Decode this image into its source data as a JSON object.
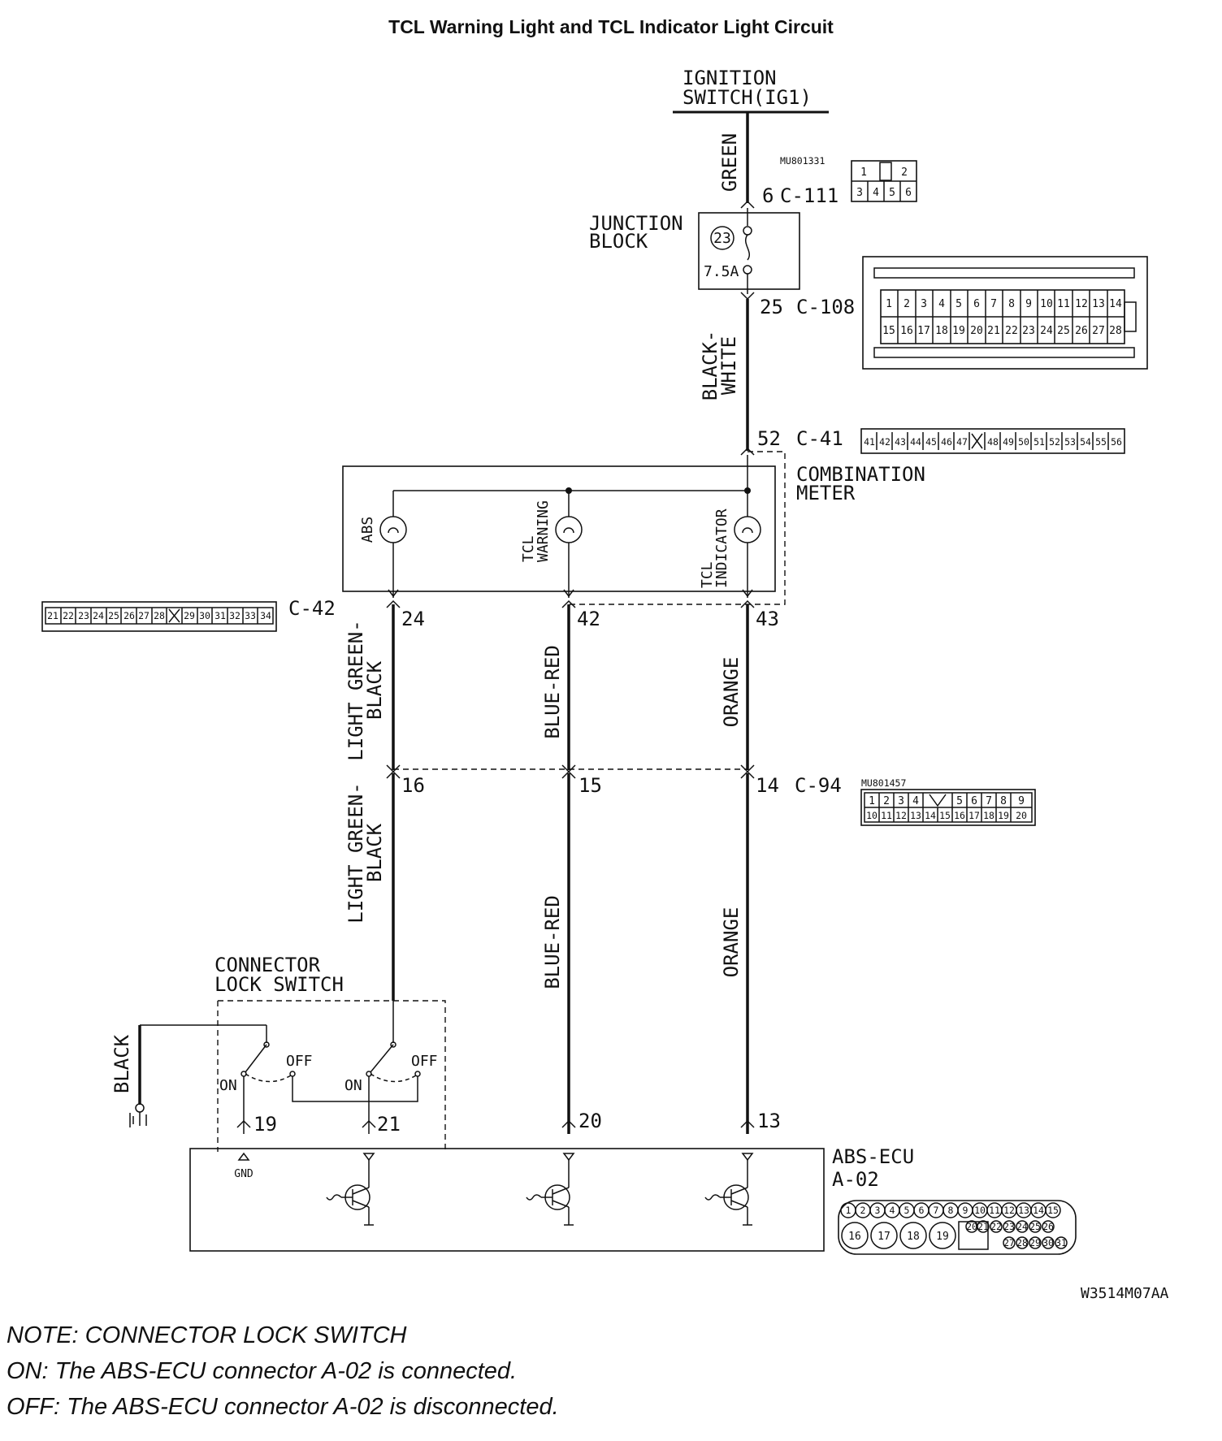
{
  "title": "TCL Warning Light and TCL Indicator Light Circuit",
  "ignition": {
    "line1": "IGNITION",
    "line2": "SWITCH(IG1)"
  },
  "junction": {
    "line1": "JUNCTION",
    "line2": "BLOCK",
    "fuse_no": "23",
    "fuse_rating": "7.5A"
  },
  "combination_meter": {
    "line1": "COMBINATION",
    "line2": "METER"
  },
  "lamps": {
    "abs": "ABS",
    "warn1": "TCL",
    "warn2": "WARNING",
    "ind1": "TCL",
    "ind2": "INDICATOR"
  },
  "wires": {
    "green": "GREEN",
    "bw1": "BLACK-",
    "bw2": "WHITE",
    "lgb_a1": "LIGHT GREEN-",
    "lgb_a2": "BLACK",
    "blue_red_a": "BLUE-RED",
    "orange_a": "ORANGE",
    "lgb_b1": "LIGHT GREEN-",
    "lgb_b2": "BLACK",
    "blue_red_b": "BLUE-RED",
    "orange_b": "ORANGE",
    "black": "BLACK"
  },
  "connectors": {
    "c111": {
      "pin": "6",
      "id": "C-111",
      "part": "MU801331",
      "pins_top": [
        "1",
        "2"
      ],
      "pins_bottom": [
        "3",
        "4",
        "5",
        "6"
      ]
    },
    "c108": {
      "pin": "25",
      "id": "C-108",
      "pins_top": [
        "1",
        "2",
        "3",
        "4",
        "5",
        "6",
        "7",
        "8",
        "9",
        "10",
        "11",
        "12",
        "13",
        "14"
      ],
      "pins_bottom": [
        "15",
        "16",
        "17",
        "18",
        "19",
        "20",
        "21",
        "22",
        "23",
        "24",
        "25",
        "26",
        "27",
        "28"
      ]
    },
    "c41": {
      "pin": "52",
      "id": "C-41",
      "pins": [
        "41",
        "42",
        "43",
        "44",
        "45",
        "46",
        "47",
        "",
        "48",
        "49",
        "50",
        "51",
        "52",
        "53",
        "54",
        "55",
        "56"
      ]
    },
    "c42": {
      "id": "C-42",
      "pins": [
        "21",
        "22",
        "23",
        "24",
        "25",
        "26",
        "27",
        "28",
        "",
        "29",
        "30",
        "31",
        "32",
        "33",
        "34"
      ]
    },
    "c42_pins": {
      "p24": "24",
      "p42": "42",
      "p43": "43"
    },
    "c94": {
      "id": "C-94",
      "part": "MU801457",
      "p16": "16",
      "p15": "15",
      "p14": "14",
      "pins_top": [
        "1",
        "2",
        "3",
        "4",
        "",
        "5",
        "6",
        "7",
        "8",
        "9"
      ],
      "pins_bottom": [
        "10",
        "11",
        "12",
        "13",
        "14",
        "15",
        "16",
        "17",
        "18",
        "19",
        "20"
      ]
    },
    "a02_pins": {
      "p19": "19",
      "p21": "21",
      "p20": "20",
      "p13": "13"
    },
    "a02_top": [
      "1",
      "2",
      "3",
      "4",
      "5",
      "6",
      "7",
      "8",
      "9",
      "10",
      "11",
      "12",
      "13",
      "14",
      "15"
    ],
    "a02_big": [
      "16",
      "17",
      "18",
      "19"
    ],
    "a02_mid": [
      "20",
      "21",
      "22",
      "23",
      "24",
      "25",
      "26"
    ],
    "a02_low": [
      "27",
      "28",
      "29",
      "30",
      "31"
    ]
  },
  "lock_switch": {
    "line1": "CONNECTOR",
    "line2": "LOCK SWITCH",
    "off": "OFF",
    "on": "ON"
  },
  "abs_ecu": {
    "line1": "ABS-ECU",
    "line2": "A-02",
    "gnd": "GND"
  },
  "figure_code": "W3514M07AA",
  "notes": [
    "NOTE: CONNECTOR LOCK SWITCH",
    "ON: The ABS-ECU connector A-02 is connected.",
    "OFF: The ABS-ECU connector A-02 is disconnected."
  ]
}
